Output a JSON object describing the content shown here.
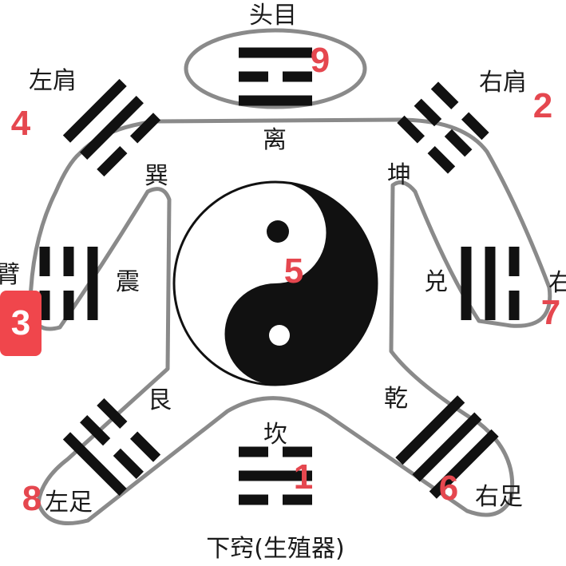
{
  "colors": {
    "number": "#e5474f",
    "badge": "#f0464c",
    "outline": "#8a8a8a",
    "ink": "#111111"
  },
  "labels": {
    "head": "头目",
    "left_shoulder": "左肩",
    "right_shoulder": "右肩",
    "li": "离",
    "xun": "巽",
    "kun": "坤",
    "zhen": "震",
    "dui": "兑",
    "left_arm": "臂",
    "right_arm": "右",
    "gen": "艮",
    "qian": "乾",
    "kan": "坎",
    "left_foot": "左足",
    "right_foot": "右足",
    "lower": "下窍(生殖器)"
  },
  "numbers": {
    "li": "9",
    "kun": "2",
    "xun": "4",
    "zhen": "3",
    "center": "5",
    "dui": "7",
    "kan": "1",
    "qian": "6",
    "gen": "8"
  },
  "trigrams": {
    "li": [
      "solid",
      "broken",
      "solid"
    ],
    "kan": [
      "broken",
      "solid",
      "broken"
    ],
    "zhen": [
      "broken",
      "broken",
      "solid"
    ],
    "dui": [
      "broken",
      "solid",
      "solid"
    ],
    "xun": [
      "solid",
      "solid",
      "broken"
    ],
    "kun": [
      "broken",
      "broken",
      "broken"
    ],
    "gen": [
      "solid",
      "broken",
      "broken"
    ],
    "qian": [
      "solid",
      "solid",
      "solid"
    ]
  }
}
